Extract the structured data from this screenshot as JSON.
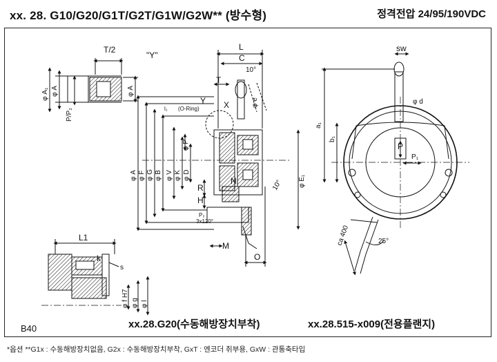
{
  "header": {
    "title": "xx. 28. G10/G20/G1T/G2T/G1W/G2W** (방수형)",
    "rating": "정격전압 24/95/190VDC"
  },
  "page_code": "B40",
  "captions": {
    "main_drawing": "xx.28.G20(수동해방장치부착)",
    "flange_drawing": "xx.28.515-x009(전용플랜지)"
  },
  "footnote": "*옵션 **G1x : 수동해방장치없음, G2x : 수동해방장치부착, GxT : 엔코더 취부용, GxW : 관통축타입",
  "labels": {
    "t_half": "T/2",
    "y_detail": "\"Y\"",
    "phi_a1": "φ A₁",
    "phi_a": "φ A",
    "p_p2": "P/P₂",
    "phi_a_right": "φ A",
    "L": "L",
    "C": "C",
    "ten_deg": "10°",
    "T": "T",
    "X": "X",
    "Y": "Y",
    "phi_e": "φ e",
    "o_ring": "(O-Ring)",
    "l1_small": "l₁",
    "phi_p": "φ P",
    "phi_a_v": "φ A",
    "phi_f": "φ F",
    "phi_g": "φ G",
    "phi_b": "φ B",
    "phi_v": "φ V",
    "phi_k": "φ K",
    "phi_d": "φ D",
    "R": "R",
    "H": "H",
    "P2_small": "P₂",
    "count_holes": "3x120°",
    "phi_e1": "φ E₁",
    "ten_deg_e1": "10°",
    "N": "N",
    "M": "M",
    "O": "O",
    "L1": "L1",
    "k": "k",
    "s": "s",
    "phi_f_h7": "φ f H7",
    "phi_g_small": "φ g",
    "phi_l": "φ l",
    "sw": "sw",
    "phi_d_small": "φ d",
    "a1": "a₁",
    "b1": "b₁",
    "P": "P",
    "P1": "P₁",
    "ca400": "ca 400",
    "deg25": "25°"
  }
}
